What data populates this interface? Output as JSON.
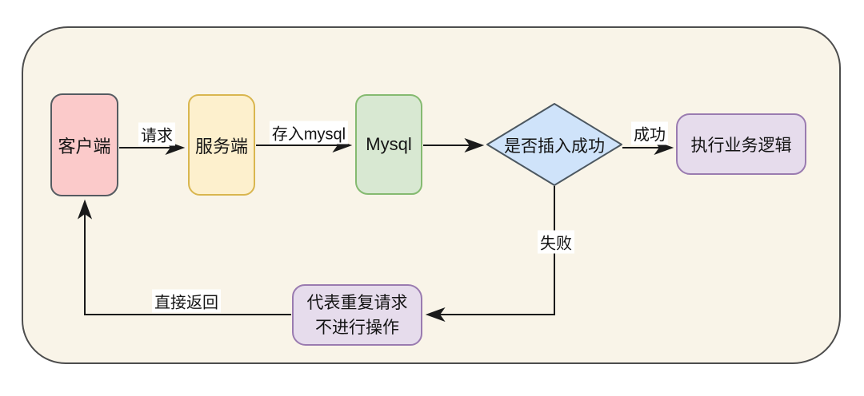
{
  "diagram": {
    "type": "flowchart",
    "colors": {
      "canvas_bg": "#ffffff",
      "panel_bg": "#f9f4e8",
      "panel_border": "#4d4d4d",
      "edge_line": "#1a1a1a",
      "edge_label_bg": "#ffffff",
      "client_fill": "#fbcaca",
      "client_border": "#555b61",
      "server_fill": "#fdf0cd",
      "server_border": "#d9b64f",
      "mysql_fill": "#d8e8d2",
      "mysql_border": "#85ba70",
      "decision_fill": "#cfe3fa",
      "decision_border": "#4c5760",
      "purple_fill": "#e6dcec",
      "purple_border": "#9a7bb0"
    },
    "nodes": {
      "client": {
        "label": "客户端",
        "shape": "rounded-rect"
      },
      "server": {
        "label": "服务端",
        "shape": "rounded-rect"
      },
      "mysql": {
        "label": "Mysql",
        "shape": "rounded-rect"
      },
      "decision": {
        "label": "是否插入成功",
        "shape": "diamond"
      },
      "business": {
        "label": "执行业务逻辑",
        "shape": "rounded-rect"
      },
      "duplicate": {
        "line1": "代表重复请求",
        "line2": "不进行操作",
        "shape": "rounded-rect"
      }
    },
    "edges": {
      "request": {
        "label": "请求",
        "from": "client",
        "to": "server"
      },
      "store": {
        "label": "存入mysql",
        "from": "server",
        "to": "mysql"
      },
      "check": {
        "label": "",
        "from": "mysql",
        "to": "decision"
      },
      "success": {
        "label": "成功",
        "from": "decision",
        "to": "business"
      },
      "fail": {
        "label": "失败",
        "from": "decision",
        "to": "duplicate"
      },
      "return": {
        "label": "直接返回",
        "from": "duplicate",
        "to": "client"
      }
    }
  }
}
